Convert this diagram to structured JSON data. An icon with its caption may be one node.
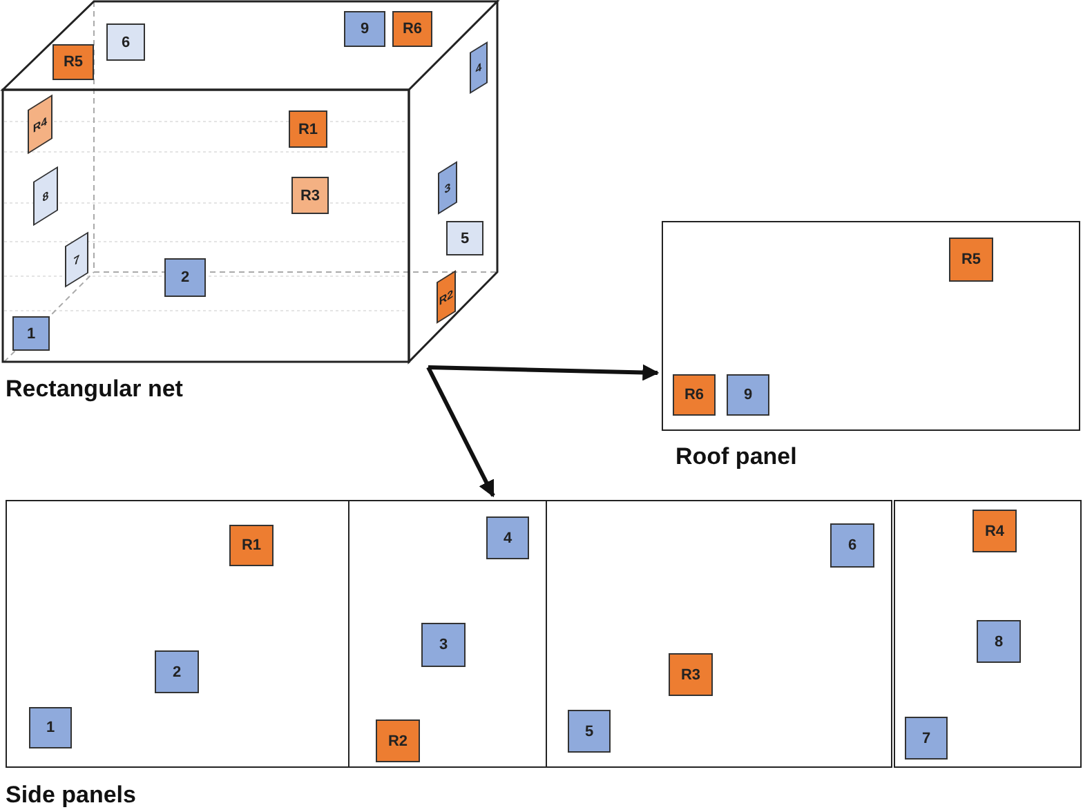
{
  "diagram": {
    "nodes": [
      {
        "text": [
          "Rectangular net"
        ]
      },
      {
        "text": [
          "R5"
        ],
        "in": 0
      },
      {
        "text": [
          "6"
        ],
        "in": 0
      },
      {
        "text": [
          "9"
        ],
        "in": 0
      },
      {
        "text": [
          "R6"
        ],
        "in": 0
      },
      {
        "text": [
          "4"
        ],
        "in": 0
      },
      {
        "text": [
          "R4"
        ],
        "in": 0
      },
      {
        "text": [
          "R1"
        ],
        "in": 0
      },
      {
        "text": [
          "8"
        ],
        "in": 0
      },
      {
        "text": [
          "R3"
        ],
        "in": 0
      },
      {
        "text": [
          "3"
        ],
        "in": 0
      },
      {
        "text": [
          "5"
        ],
        "in": 0
      },
      {
        "text": [
          "7"
        ],
        "in": 0
      },
      {
        "text": [
          "2"
        ],
        "in": 0
      },
      {
        "text": [
          "R2"
        ],
        "in": 0
      },
      {
        "text": [
          "1"
        ],
        "in": 0
      },
      {
        "text": [
          "Roof panel"
        ]
      },
      {
        "text": [
          "R5"
        ],
        "in": 16
      },
      {
        "text": [
          "R6"
        ],
        "in": 16
      },
      {
        "text": [
          "9"
        ],
        "in": 16
      },
      {
        "text": [
          "Side panels"
        ]
      },
      {
        "text": [],
        "shape": "box",
        "in": 20
      },
      {
        "text": [
          "R1"
        ],
        "in": 21
      },
      {
        "text": [
          "2"
        ],
        "in": 21
      },
      {
        "text": [
          "1"
        ],
        "in": 21
      },
      {
        "text": [],
        "shape": "box",
        "in": 20
      },
      {
        "text": [
          "4"
        ],
        "in": 25
      },
      {
        "text": [
          "3"
        ],
        "in": 25
      },
      {
        "text": [
          "R2"
        ],
        "in": 25
      },
      {
        "text": [],
        "shape": "box",
        "in": 20
      },
      {
        "text": [
          "6"
        ],
        "in": 29
      },
      {
        "text": [
          "R3"
        ],
        "in": 29
      },
      {
        "text": [
          "5"
        ],
        "in": 29
      },
      {
        "text": [],
        "shape": "box",
        "in": 20
      },
      {
        "text": [
          "R4"
        ],
        "in": 33
      },
      {
        "text": [
          "8"
        ],
        "in": 33
      },
      {
        "text": [
          "7"
        ],
        "in": 33
      }
    ],
    "edges": [
      {
        "from": 0,
        "to": 16,
        "arrow": "to"
      },
      {
        "from": 0,
        "to": 20,
        "arrow": "to"
      }
    ]
  }
}
